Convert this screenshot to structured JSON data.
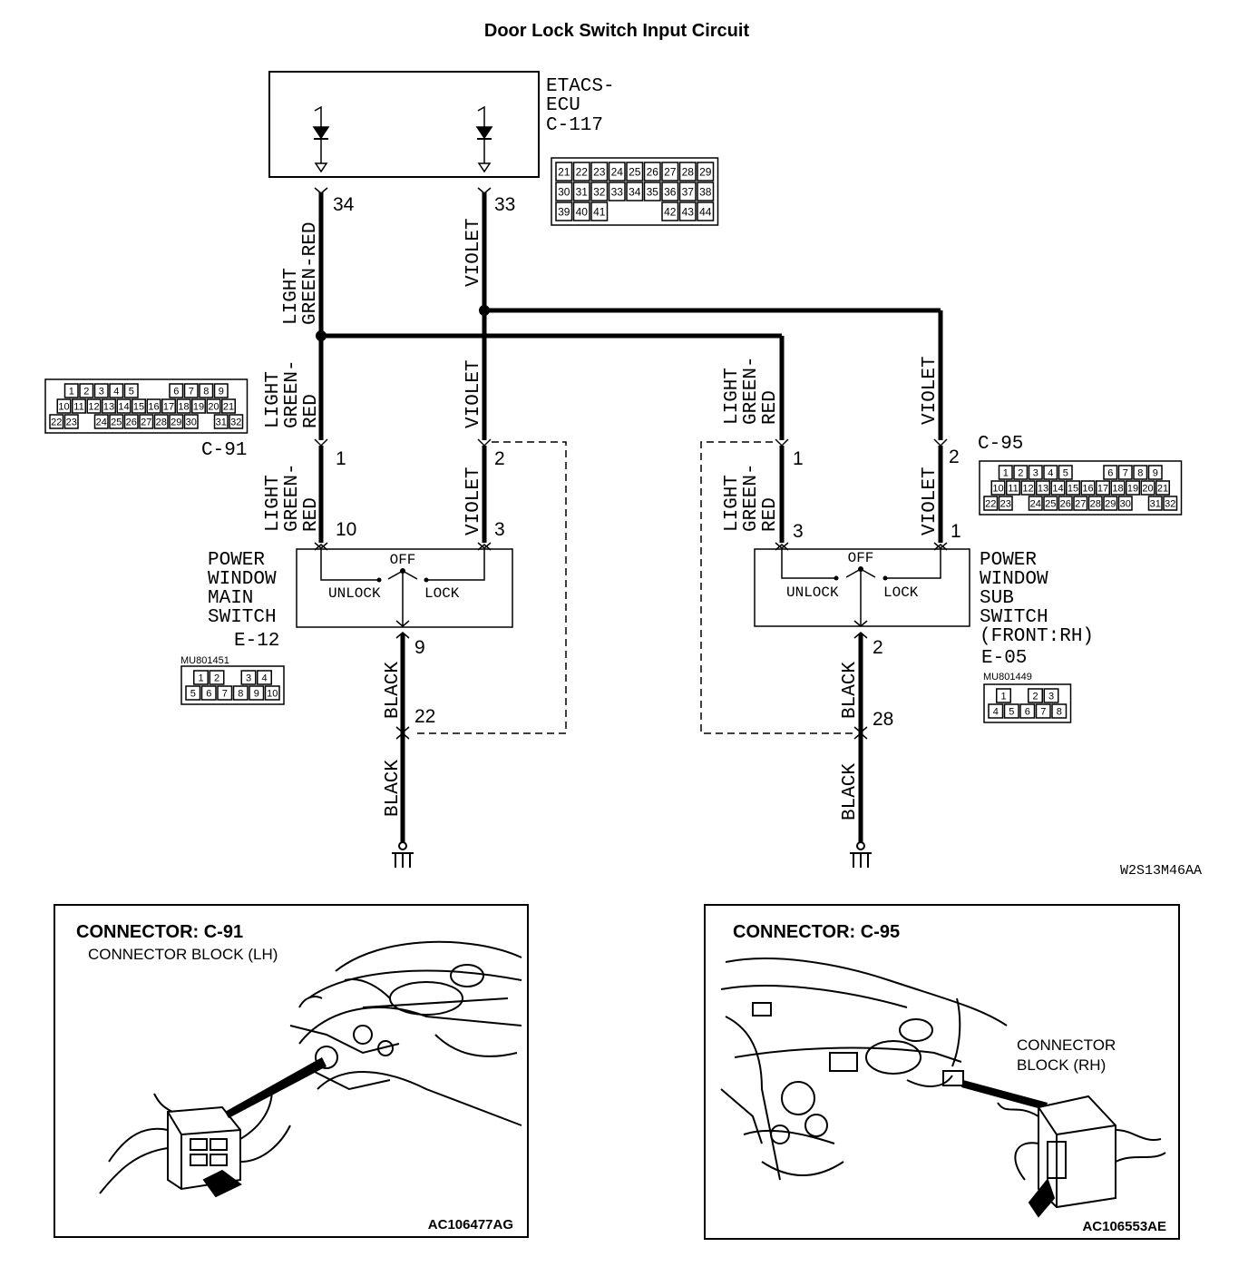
{
  "title": "Door Lock Switch Input Circuit",
  "ecu": {
    "line1": "ETACS-",
    "line2": "ECU",
    "connector": "C-117",
    "pin_left": "34",
    "pin_right": "33"
  },
  "c117_pins": [
    [
      "21",
      "22",
      "23",
      "24",
      "25",
      "26",
      "27",
      "28",
      "29"
    ],
    [
      "30",
      "31",
      "32",
      "33",
      "34",
      "35",
      "36",
      "37",
      "38"
    ],
    [
      "39",
      "40",
      "41",
      "",
      "",
      "",
      "42",
      "43",
      "44"
    ]
  ],
  "wire_labels": {
    "lgr_top": [
      "LIGHT",
      "GREEN-RED"
    ],
    "lgr_mid": [
      "LIGHT",
      "GREEN-",
      "RED"
    ],
    "violet": "VIOLET",
    "black": "BLACK"
  },
  "c91": {
    "label": "C-91",
    "pin_top_left": "1",
    "pin_top_right": "2",
    "pins": [
      [
        "1",
        "2",
        "3",
        "4",
        "5",
        "",
        "",
        "6",
        "7",
        "8",
        "9"
      ],
      [
        "10",
        "11",
        "12",
        "13",
        "14",
        "15",
        "16",
        "17",
        "18",
        "19",
        "20",
        "21"
      ],
      [
        "22",
        "23",
        "",
        "24",
        "25",
        "26",
        "27",
        "28",
        "29",
        "30",
        "",
        "31",
        "32"
      ]
    ]
  },
  "c95": {
    "label": "C-95",
    "pin_top_left": "1",
    "pin_top_right": "2",
    "pins": [
      [
        "1",
        "2",
        "3",
        "4",
        "5",
        "",
        "",
        "6",
        "7",
        "8",
        "9"
      ],
      [
        "10",
        "11",
        "12",
        "13",
        "14",
        "15",
        "16",
        "17",
        "18",
        "19",
        "20",
        "21"
      ],
      [
        "22",
        "23",
        "",
        "24",
        "25",
        "26",
        "27",
        "28",
        "29",
        "30",
        "",
        "31",
        "32"
      ]
    ]
  },
  "main_switch": {
    "name": [
      "POWER",
      "WINDOW",
      "MAIN",
      "SWITCH"
    ],
    "connector": "E-12",
    "pin_left": "10",
    "pin_right": "3",
    "pin_bottom": "9",
    "pin_joint": "22",
    "off": "OFF",
    "unlock": "UNLOCK",
    "lock": "LOCK",
    "part_no": "MU801451",
    "pins": [
      [
        "1",
        "2",
        "",
        "3",
        "4"
      ],
      [
        "5",
        "6",
        "7",
        "8",
        "9",
        "10"
      ]
    ]
  },
  "sub_switch": {
    "name": [
      "POWER",
      "WINDOW",
      "SUB",
      "SWITCH",
      "(FRONT:RH)"
    ],
    "connector": "E-05",
    "pin_left": "3",
    "pin_right": "1",
    "pin_bottom": "2",
    "pin_joint": "28",
    "off": "OFF",
    "unlock": "UNLOCK",
    "lock": "LOCK",
    "part_no": "MU801449",
    "pins": [
      [
        "1",
        "",
        "2",
        "3"
      ],
      [
        "4",
        "5",
        "6",
        "7",
        "8"
      ]
    ]
  },
  "diagram_code": "W2S13M46AA",
  "panel_left": {
    "heading": "CONNECTOR: C-91",
    "subheading": "CONNECTOR BLOCK (LH)",
    "code": "AC106477AG"
  },
  "panel_right": {
    "heading": "CONNECTOR: C-95",
    "callout": [
      "CONNECTOR",
      "BLOCK (RH)"
    ],
    "code": "AC106553AE"
  }
}
